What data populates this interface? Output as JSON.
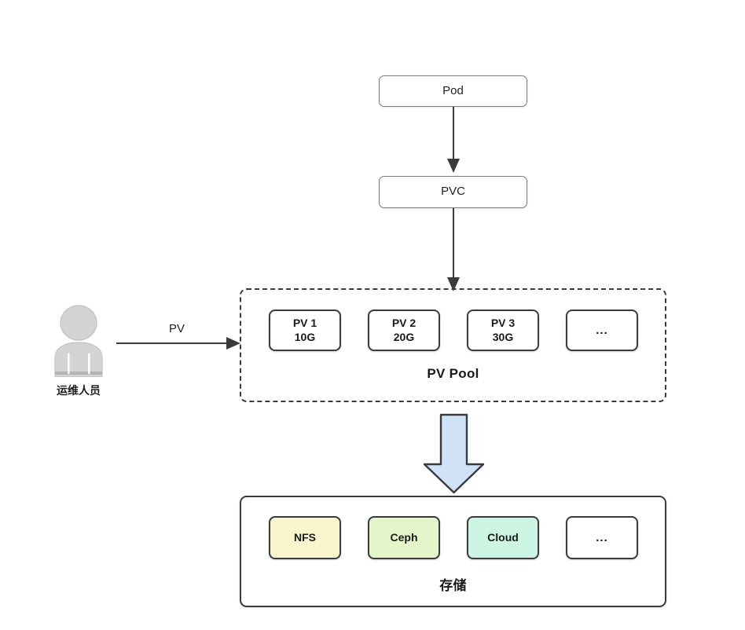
{
  "diagram": {
    "title": "Kubernetes PV / PVC storage architecture",
    "background": "#ffffff"
  },
  "nodes": {
    "pod": {
      "label": "Pod"
    },
    "pvc": {
      "label": "PVC"
    }
  },
  "actor": {
    "caption": "运维人员",
    "icon": "person-icon",
    "color": "#d4d4d4"
  },
  "edges": {
    "actor_to_pool": {
      "label": "PV"
    },
    "pod_to_pvc": {
      "label": ""
    },
    "pvc_to_pool": {
      "label": ""
    },
    "pool_to_storage": {
      "label": "",
      "color": "#cfe2f7"
    }
  },
  "pv_pool": {
    "label": "PV Pool",
    "border_style": "dashed",
    "items": [
      {
        "name": "PV 1",
        "size": "10G",
        "fill": "#ffffff"
      },
      {
        "name": "PV 2",
        "size": "20G",
        "fill": "#ffffff"
      },
      {
        "name": "PV 3",
        "size": "30G",
        "fill": "#ffffff"
      },
      {
        "name": "...",
        "size": "",
        "fill": "#ffffff"
      }
    ]
  },
  "storage": {
    "label": "存储",
    "border_style": "solid",
    "items": [
      {
        "name": "NFS",
        "fill": "#f9f6cd"
      },
      {
        "name": "Ceph",
        "fill": "#e4f6c9"
      },
      {
        "name": "Cloud",
        "fill": "#cdf5e4"
      },
      {
        "name": "...",
        "fill": "#ffffff"
      }
    ]
  },
  "colors": {
    "line": "#3b3b3b",
    "node_border_thin": "#7a7a7a",
    "node_border_thick": "#3b3b3b",
    "block_arrow_fill": "#cfe2f7",
    "actor_fill": "#d4d4d4"
  }
}
